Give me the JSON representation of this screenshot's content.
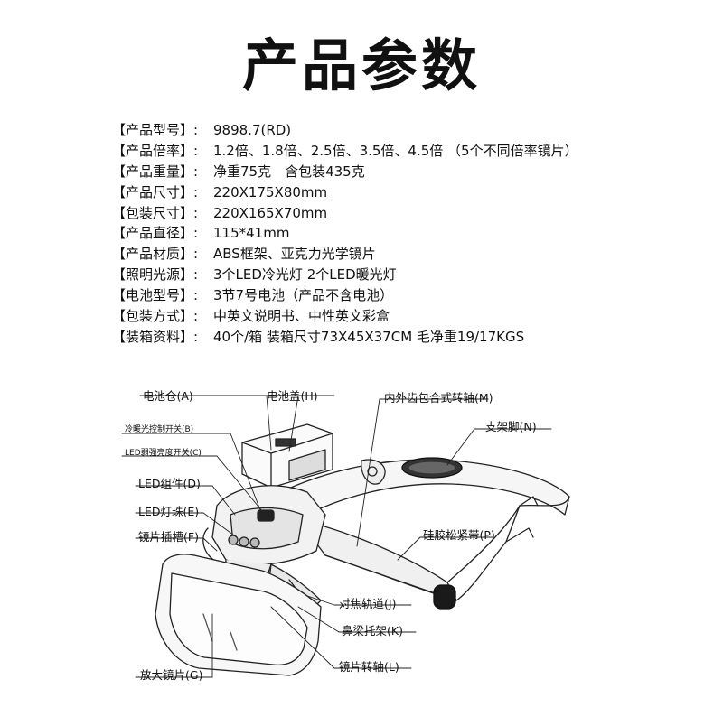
{
  "title": "产品参数",
  "specs": [
    {
      "label": "【产品型号】:",
      "value": "9898.7(RD)"
    },
    {
      "label": "【产品倍率】:",
      "value": "1.2倍、1.8倍、2.5倍、3.5倍、4.5倍 （5个不同倍率镜片）"
    },
    {
      "label": "【产品重量】:",
      "value": "净重75克　含包装435克"
    },
    {
      "label": "【产品尺寸】:",
      "value": "220X175X80mm"
    },
    {
      "label": "【包装尺寸】:",
      "value": "220X165X70mm"
    },
    {
      "label": "【产品直径】:",
      "value": "115*41mm"
    },
    {
      "label": "【产品材质】:",
      "value": "ABS框架、亚克力光学镜片"
    },
    {
      "label": "【照明光源】:",
      "value": "3个LED冷光灯 2个LED暖光灯"
    },
    {
      "label": "【电池型号】:",
      "value": "3节7号电池（产品不含电池）"
    },
    {
      "label": "【包装方式】:",
      "value": "中英文说明书、中性英文彩盒"
    },
    {
      "label": "【装箱资料】:",
      "value": "40个/箱 装箱尺寸73X45X37CM 毛净重19/17KGS"
    }
  ],
  "diagram": {
    "callouts": {
      "A": "电池仓(A)",
      "B": "冷暖光控制开关(B)",
      "C": "LED弱强亮度开关(C)",
      "D": "LED组件(D)",
      "E": "LED灯珠(E)",
      "F": "镜片插槽(F)",
      "G": "放大镜片(G)",
      "H": "电池盖(H)",
      "M": "内外齿包合式转轴(M)",
      "N": "支架脚(N)",
      "P": "硅胶松紧带(P)",
      "J": "对焦轨道(J)",
      "K": "鼻梁托架(K)",
      "L": "镜片转轴(L)"
    }
  }
}
